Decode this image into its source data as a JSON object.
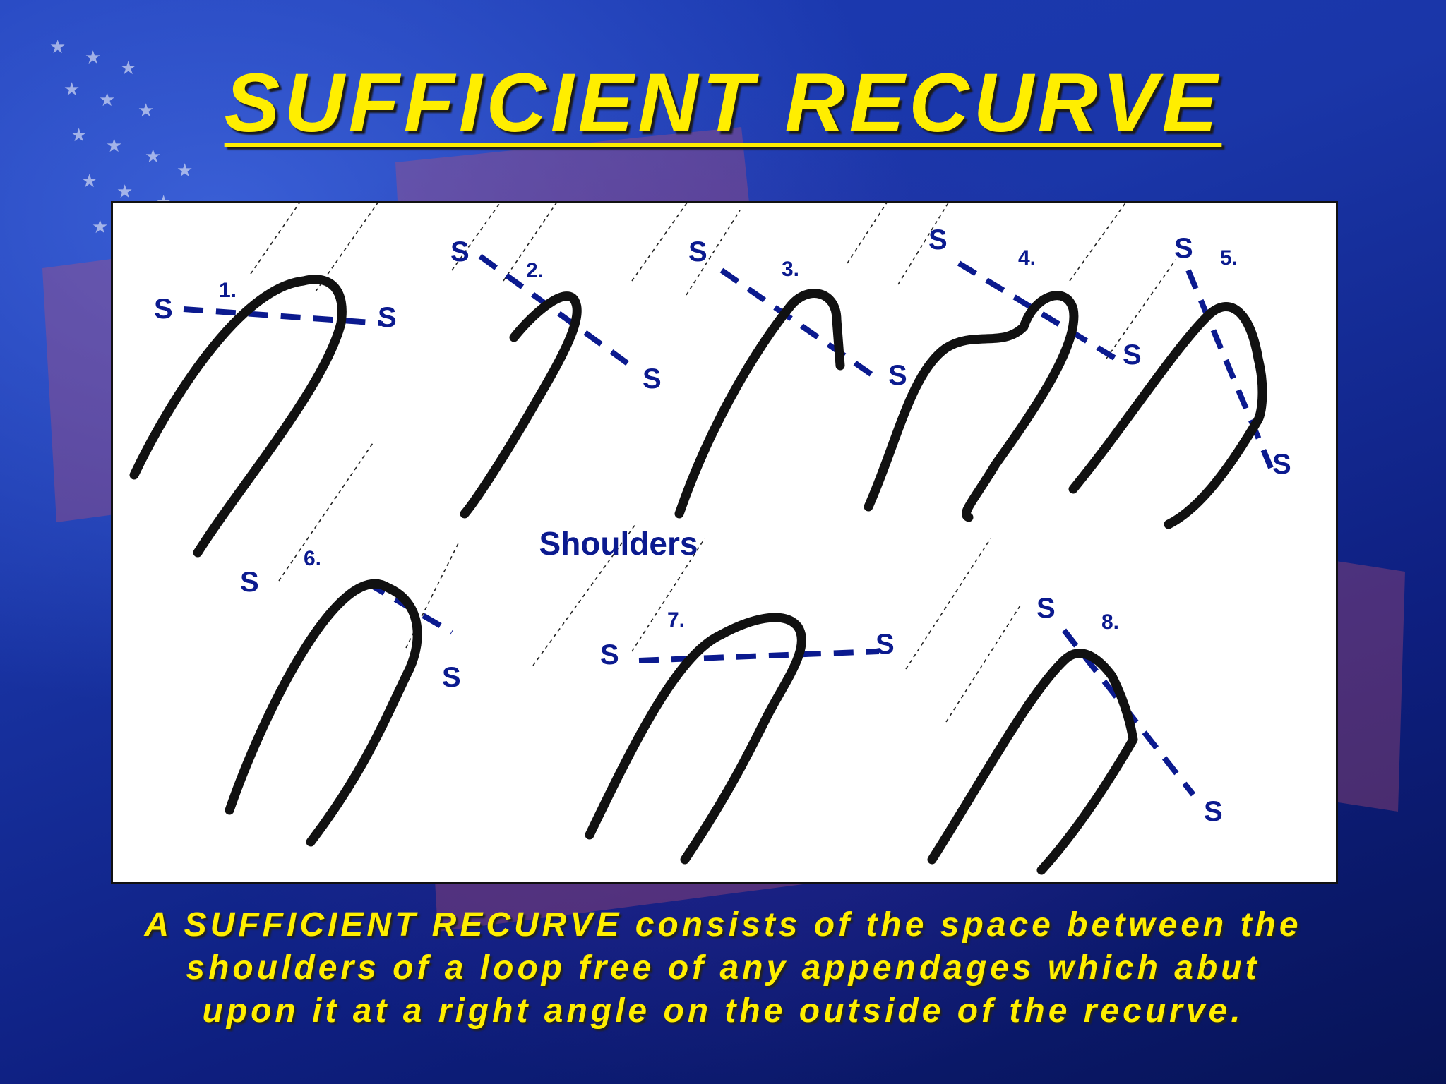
{
  "title": "SUFFICIENT RECURVE",
  "diagram": {
    "center_label": "Shoulders",
    "shoulder_marker": "S",
    "figures": [
      {
        "number": "1."
      },
      {
        "number": "2."
      },
      {
        "number": "3."
      },
      {
        "number": "4."
      },
      {
        "number": "5."
      },
      {
        "number": "6."
      },
      {
        "number": "7."
      },
      {
        "number": "8."
      }
    ]
  },
  "caption": {
    "lines": [
      "A SUFFICIENT RECURVE consists of the space between the",
      "shoulders of a loop free of any appendages which abut",
      "upon it at a right angle on the outside of the recurve."
    ]
  },
  "colors": {
    "title": "#ffee00",
    "caption": "#ffee00",
    "label_blue": "#0b1a8f",
    "loop_line": "#111111"
  }
}
